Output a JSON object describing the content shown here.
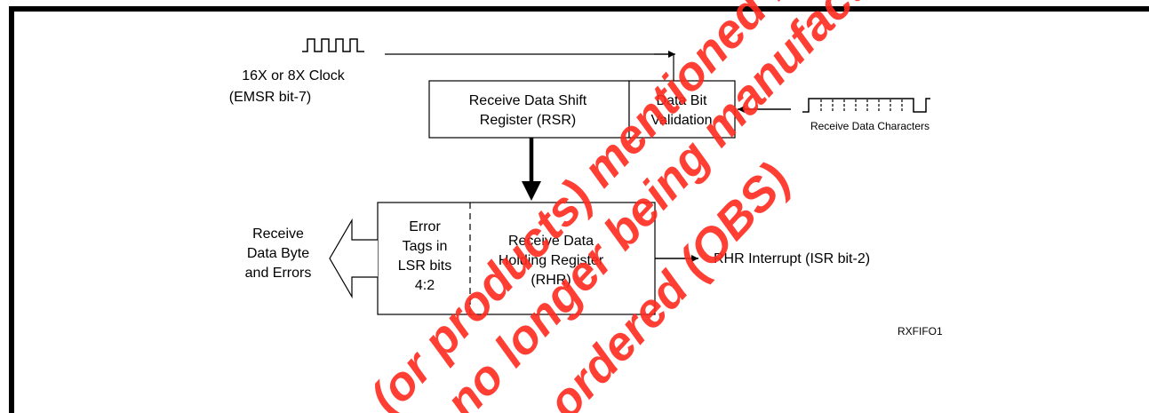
{
  "clock": {
    "line1": "16X or 8X Clock",
    "line2": "(EMSR bit-7)"
  },
  "rsr": {
    "line1": "Receive Data Shift",
    "line2": "Register (RSR)"
  },
  "validation": {
    "line1": "Data Bit",
    "line2": "Validation"
  },
  "receive_chars": "Receive Data Characters",
  "error_tags": {
    "line1": "Error",
    "line2": "Tags in",
    "line3": "LSR bits",
    "line4": "4:2"
  },
  "rhr": {
    "line1": "Receive Data",
    "line2": "Holding Register",
    "line3": "(RHR)"
  },
  "output": {
    "line1": "Receive",
    "line2": "Data Byte",
    "line3": "and Errors"
  },
  "interrupt": "RHR Interrupt (ISR bit-2)",
  "figure_id": "RXFIFO1",
  "watermark": {
    "line1": "(or products) mentioned in",
    "line2": "no longer being manufactured",
    "line3": "ordered (OBS)"
  },
  "colors": {
    "border": "#000000",
    "watermark": "#ff2a1f"
  }
}
